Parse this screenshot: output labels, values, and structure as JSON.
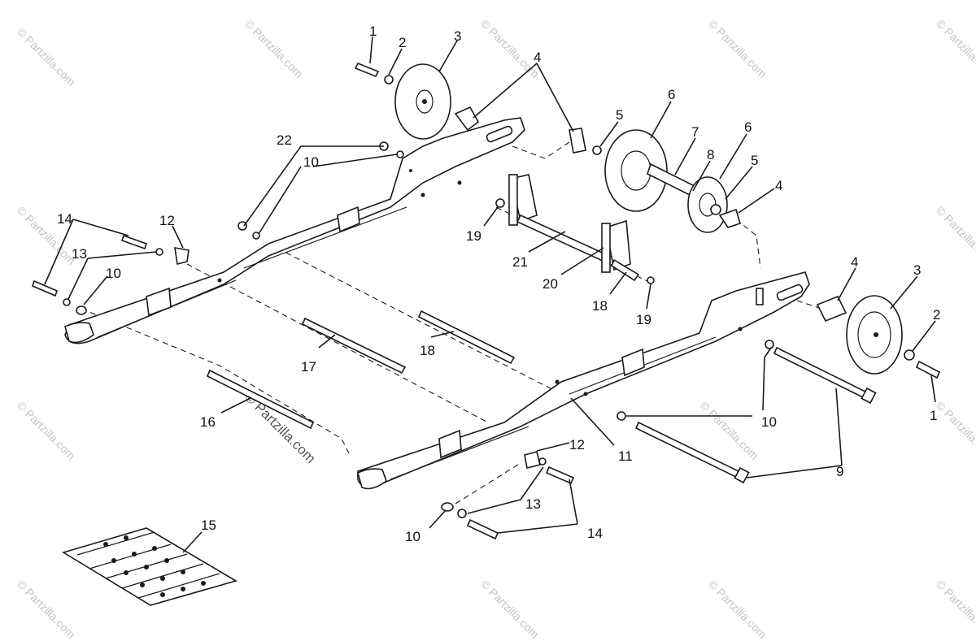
{
  "watermark": "© Partzilla.com",
  "callouts": [
    {
      "id": "c1a",
      "text": "1"
    },
    {
      "id": "c2a",
      "text": "2"
    },
    {
      "id": "c3a",
      "text": "3"
    },
    {
      "id": "c4a",
      "text": "4"
    },
    {
      "id": "c5a",
      "text": "5"
    },
    {
      "id": "c6a",
      "text": "6"
    },
    {
      "id": "c7",
      "text": "7"
    },
    {
      "id": "c8",
      "text": "8"
    },
    {
      "id": "c6b",
      "text": "6"
    },
    {
      "id": "c5b",
      "text": "5"
    },
    {
      "id": "c4b",
      "text": "4"
    },
    {
      "id": "c22",
      "text": "22"
    },
    {
      "id": "c10a",
      "text": "10"
    },
    {
      "id": "c14a",
      "text": "14"
    },
    {
      "id": "c12a",
      "text": "12"
    },
    {
      "id": "c13a",
      "text": "13"
    },
    {
      "id": "c10b",
      "text": "10"
    },
    {
      "id": "c19a",
      "text": "19"
    },
    {
      "id": "c21",
      "text": "21"
    },
    {
      "id": "c20",
      "text": "20"
    },
    {
      "id": "c18a",
      "text": "18"
    },
    {
      "id": "c19b",
      "text": "19"
    },
    {
      "id": "c4c",
      "text": "4"
    },
    {
      "id": "c3b",
      "text": "3"
    },
    {
      "id": "c2b",
      "text": "2"
    },
    {
      "id": "c1b",
      "text": "1"
    },
    {
      "id": "c17",
      "text": "17"
    },
    {
      "id": "c18b",
      "text": "18"
    },
    {
      "id": "c16",
      "text": "16"
    },
    {
      "id": "c10c",
      "text": "10"
    },
    {
      "id": "c11",
      "text": "11"
    },
    {
      "id": "c12b",
      "text": "12"
    },
    {
      "id": "c9",
      "text": "9"
    },
    {
      "id": "c13b",
      "text": "13"
    },
    {
      "id": "c14b",
      "text": "14"
    },
    {
      "id": "c10d",
      "text": "10"
    },
    {
      "id": "c15",
      "text": "15"
    }
  ]
}
